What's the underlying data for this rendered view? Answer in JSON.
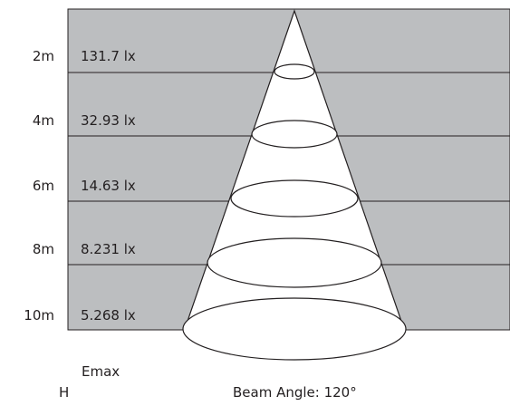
{
  "colors": {
    "band": "#bcbec0",
    "line": "#231f20",
    "cone": "#ffffff",
    "text": "#231f20"
  },
  "rows": [
    {
      "height": "2m",
      "illuminance": "131.7 lx"
    },
    {
      "height": "4m",
      "illuminance": "32.93 lx"
    },
    {
      "height": "6m",
      "illuminance": "14.63 lx"
    },
    {
      "height": "8m",
      "illuminance": "8.231 lx"
    },
    {
      "height": "10m",
      "illuminance": "5.268 lx"
    }
  ],
  "footer": {
    "emax_label": "Emax",
    "h_label": "H",
    "beam_angle_label": "Beam Angle: 120°"
  }
}
